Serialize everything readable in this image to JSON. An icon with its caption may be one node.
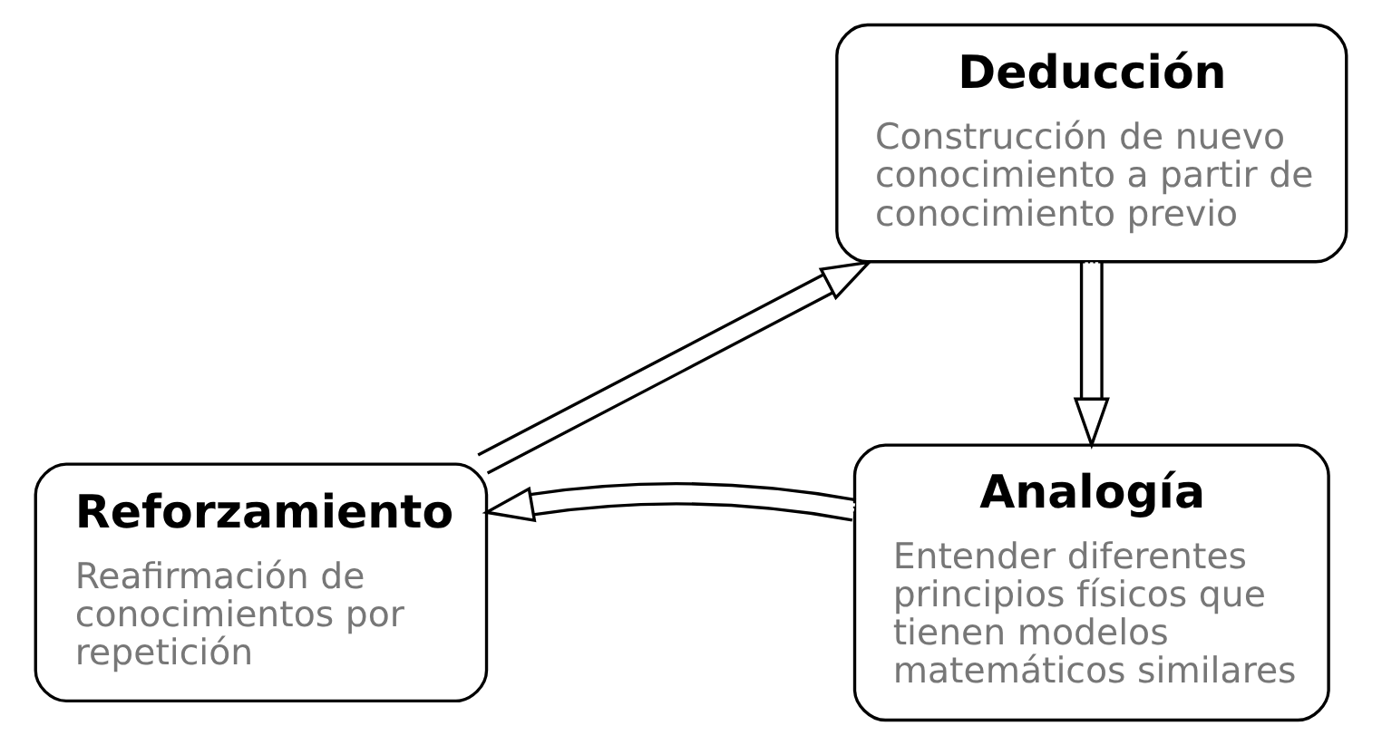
{
  "diagram": {
    "nodes": [
      {
        "text": [
          "Deducción",
          "Construcción de nuevo conocimiento a partir de conocimiento previo"
        ]
      },
      {
        "text": [
          "Analogía",
          "Entender diferentes principios físicos que tienen modelos matemáticos similares"
        ]
      },
      {
        "text": [
          "Reforzamiento",
          "Reafirmación de conocimientos por repetición"
        ]
      }
    ],
    "edges": [
      {
        "from": 0,
        "to": 1,
        "arrow": "to"
      },
      {
        "from": 1,
        "to": 2,
        "arrow": "to"
      },
      {
        "from": 2,
        "to": 0,
        "arrow": "to"
      }
    ]
  }
}
